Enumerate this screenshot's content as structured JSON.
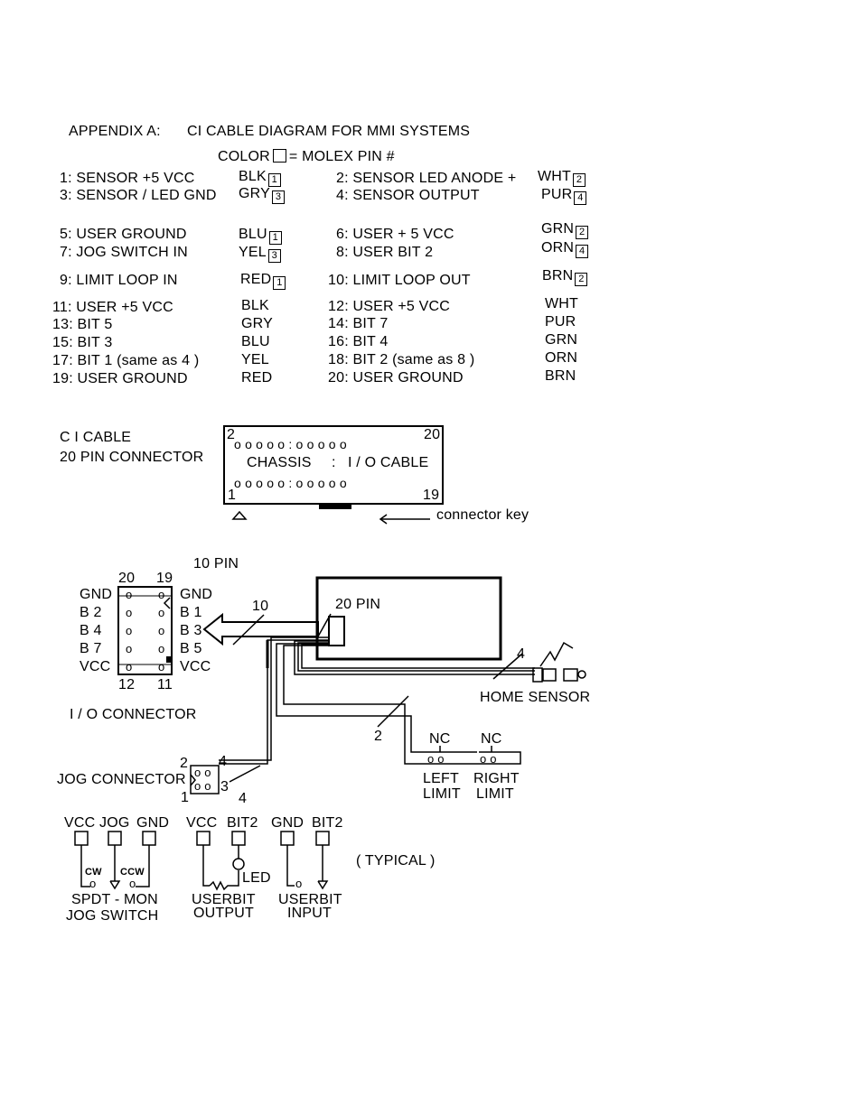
{
  "header": {
    "appendix": "APPENDIX  A:",
    "title": "CI CABLE DIAGRAM FOR MMI SYSTEMS",
    "legend_left": "COLOR",
    "legend_right": "= MOLEX PIN #"
  },
  "pins": [
    {
      "label": "1:  SENSOR  +5  VCC",
      "color": "BLK",
      "molex": "1"
    },
    {
      "label": "2:  SENSOR LED ANODE +",
      "color": "WHT",
      "molex": "2"
    },
    {
      "label": "3:  SENSOR / LED GND",
      "color": "GRY",
      "molex": "3"
    },
    {
      "label": "4:  SENSOR OUTPUT",
      "color": "PUR",
      "molex": "4"
    },
    {
      "label": "5:  USER GROUND",
      "color": "BLU",
      "molex": "1"
    },
    {
      "label": "6:  USER + 5  VCC",
      "color": "GRN",
      "molex": "2"
    },
    {
      "label": "7:  JOG SWITCH IN",
      "color": "YEL",
      "molex": "3"
    },
    {
      "label": "8:  USER BIT 2",
      "color": "ORN",
      "molex": "4"
    },
    {
      "label": "9:  LIMIT LOOP IN",
      "color": "RED",
      "molex": "1"
    },
    {
      "label": "10: LIMIT LOOP OUT",
      "color": "BRN",
      "molex": "2"
    },
    {
      "label": "11: USER  +5  VCC",
      "color": "BLK",
      "molex": ""
    },
    {
      "label": "12: USER  +5  VCC",
      "color": "WHT",
      "molex": ""
    },
    {
      "label": "13:  BIT 5",
      "color": "GRY",
      "molex": ""
    },
    {
      "label": "14:  BIT 7",
      "color": "PUR",
      "molex": ""
    },
    {
      "label": "15:  BIT 3",
      "color": "BLU",
      "molex": ""
    },
    {
      "label": "16:  BIT 4",
      "color": "GRN",
      "molex": ""
    },
    {
      "label": "17:  BIT 1 (same as 4 )",
      "color": "YEL",
      "molex": ""
    },
    {
      "label": "18:  BIT 2 (same as 8 )",
      "color": "ORN",
      "molex": ""
    },
    {
      "label": "19:  USER GROUND",
      "color": "RED",
      "molex": ""
    },
    {
      "label": "20:  USER GROUND",
      "color": "BRN",
      "molex": ""
    }
  ],
  "connector20": {
    "title_line1": "C I CABLE",
    "title_line2": "20 PIN CONNECTOR",
    "pin_top_left": "2",
    "pin_top_right": "20",
    "pin_bottom_left": "1",
    "pin_bottom_right": "19",
    "top_row": "o   o   o   o   o : o   o   o   o   o",
    "bottom_row": "o   o   o   o   o : o   o   o   o   o",
    "chassis_label": "CHASSIS",
    "separator": ":",
    "io_cable_label": "I / O CABLE",
    "key_label": "connector key"
  },
  "wiring": {
    "ten_pin_label": "10 PIN",
    "io_connector_label": "I / O  CONNECTOR",
    "io_top_numbers": [
      "20",
      "19"
    ],
    "io_bottom_numbers": [
      "12",
      "11"
    ],
    "io_left_labels": [
      "GND",
      "B 2",
      "B 4",
      "B 7",
      "VCC"
    ],
    "io_right_labels": [
      "GND",
      "B 1",
      "B 3",
      "B 5",
      "VCC"
    ],
    "io_pin_glyph": "o",
    "bundle_count": "10",
    "twenty_pin_label": "20 PIN",
    "home_wire_count": "4",
    "home_sensor_label": "HOME SENSOR",
    "limit_wire_count": "2",
    "nc_label": "NC",
    "left_limit": [
      "LEFT",
      "LIMIT"
    ],
    "right_limit": [
      "RIGHT",
      "LIMIT"
    ],
    "jog_connector_label": "JOG CONNECTOR",
    "jog_pin_numbers": [
      "2",
      "4",
      "1",
      "3"
    ],
    "jog_wire_count": "4"
  },
  "typical": {
    "note": "( TYPICAL )",
    "jog_switch": {
      "pins": [
        "VCC",
        "JOG",
        "GND"
      ],
      "cw": "CW",
      "ccw": "CCW",
      "caption1": "SPDT - MON",
      "caption2": "JOG SWITCH"
    },
    "userbit_output": {
      "pins": [
        "VCC",
        "BIT2"
      ],
      "led": "LED",
      "caption1": "USERBIT",
      "caption2": "OUTPUT"
    },
    "userbit_input": {
      "pins": [
        "GND",
        "BIT2"
      ],
      "caption1": "USERBIT",
      "caption2": "INPUT"
    }
  }
}
